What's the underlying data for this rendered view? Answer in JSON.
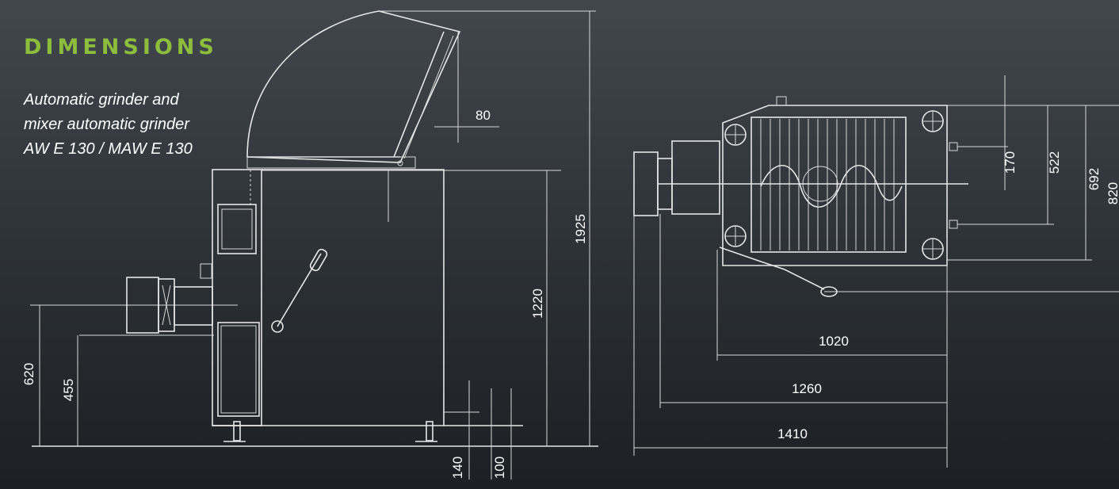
{
  "header": {
    "title": "DIMENSIONS",
    "subtitle_lines": [
      "Automatic grinder and",
      "mixer automatic grinder",
      "AW E 130 / MAW E 130"
    ]
  },
  "side_view": {
    "dims": {
      "top_height": "1925",
      "body_height": "1220",
      "outlet_height": "620",
      "lower_height": "455",
      "lid_offset": "80",
      "foot_offset_a": "140",
      "foot_offset_b": "100"
    }
  },
  "top_view": {
    "dims": {
      "d170": "170",
      "d522": "522",
      "d692": "692",
      "d820": "820",
      "w1020": "1020",
      "w1260": "1260",
      "w1410": "1410"
    }
  },
  "colors": {
    "accent": "#8dbd3c",
    "line": "#e6e6e6",
    "text": "#ffffff"
  }
}
